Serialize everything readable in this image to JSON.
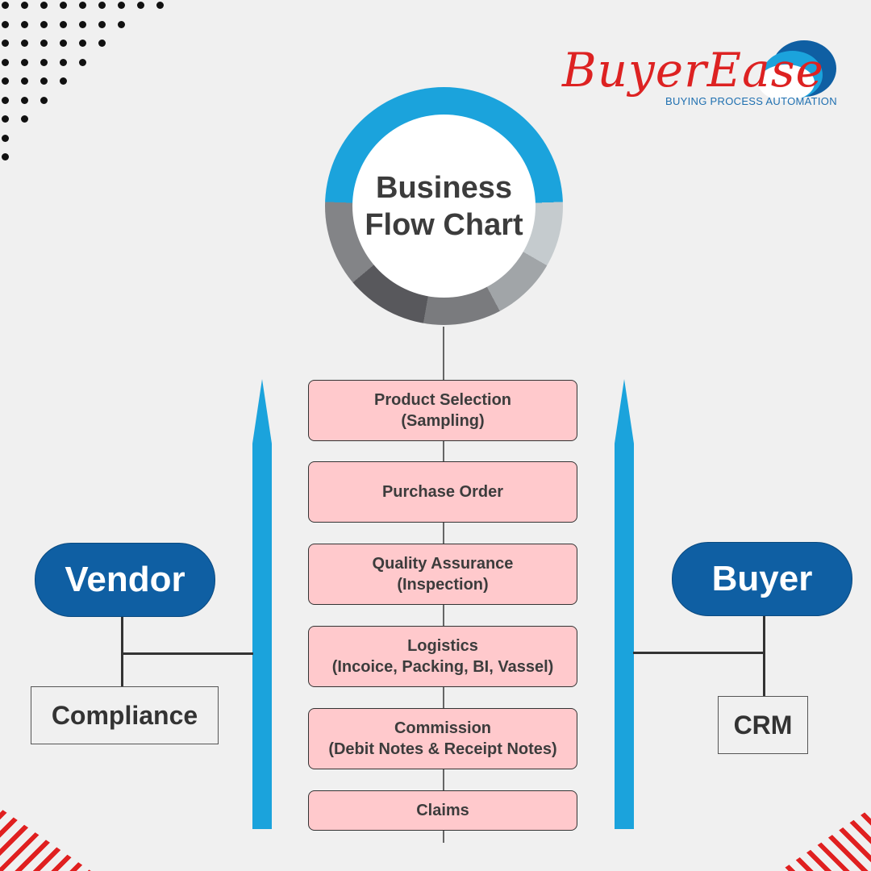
{
  "logo": {
    "brand": "BuyerEase",
    "tagline": "BUYING PROCESS AUTOMATION"
  },
  "hub": {
    "title": "Business Flow Chart"
  },
  "steps": [
    {
      "title": "Product Selection",
      "subtitle": "(Sampling)"
    },
    {
      "title": "Purchase Order",
      "subtitle": ""
    },
    {
      "title": "Quality Assurance",
      "subtitle": "(Inspection)"
    },
    {
      "title": "Logistics",
      "subtitle": "(Incoice, Packing, BI, Vassel)"
    },
    {
      "title": "Commission",
      "subtitle": "(Debit Notes & Receipt Notes)"
    },
    {
      "title": "Claims",
      "subtitle": ""
    }
  ],
  "vendor": {
    "label": "Vendor",
    "child": "Compliance"
  },
  "buyer": {
    "label": "Buyer",
    "child": "CRM"
  },
  "colors": {
    "blue": "#1ba3dc",
    "navy": "#0f5fa3",
    "pink": "#ffc9cc",
    "red": "#e02020"
  }
}
